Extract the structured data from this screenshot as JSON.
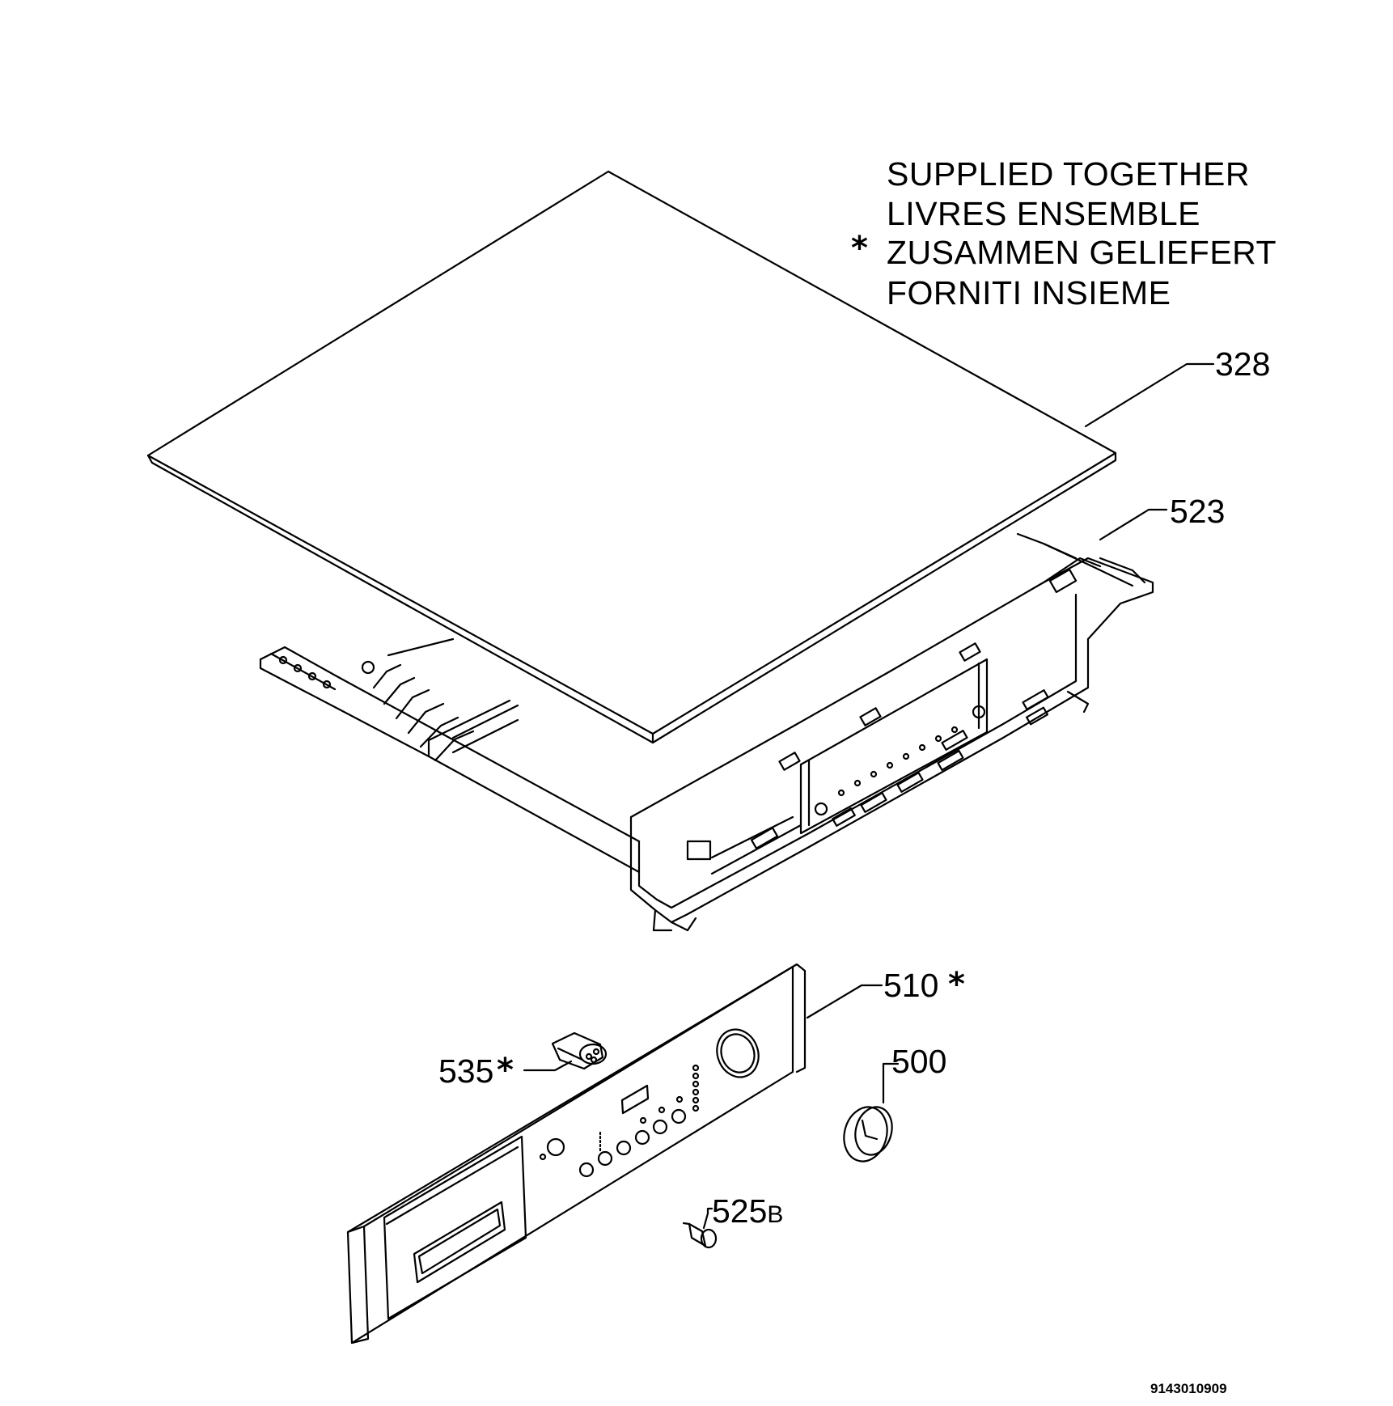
{
  "legend": {
    "symbol": "*",
    "lines": [
      "SUPPLIED TOGETHER",
      "LIVRES ENSEMBLE",
      "ZUSAMMEN GELIEFERT",
      "FORNITI INSIEME"
    ]
  },
  "parts": {
    "p328": "328",
    "p523": "523",
    "p510": "510",
    "p535": "535",
    "p500": "500",
    "p525": "525",
    "p525_suffix": "B"
  },
  "drawing_code": "9143010909"
}
